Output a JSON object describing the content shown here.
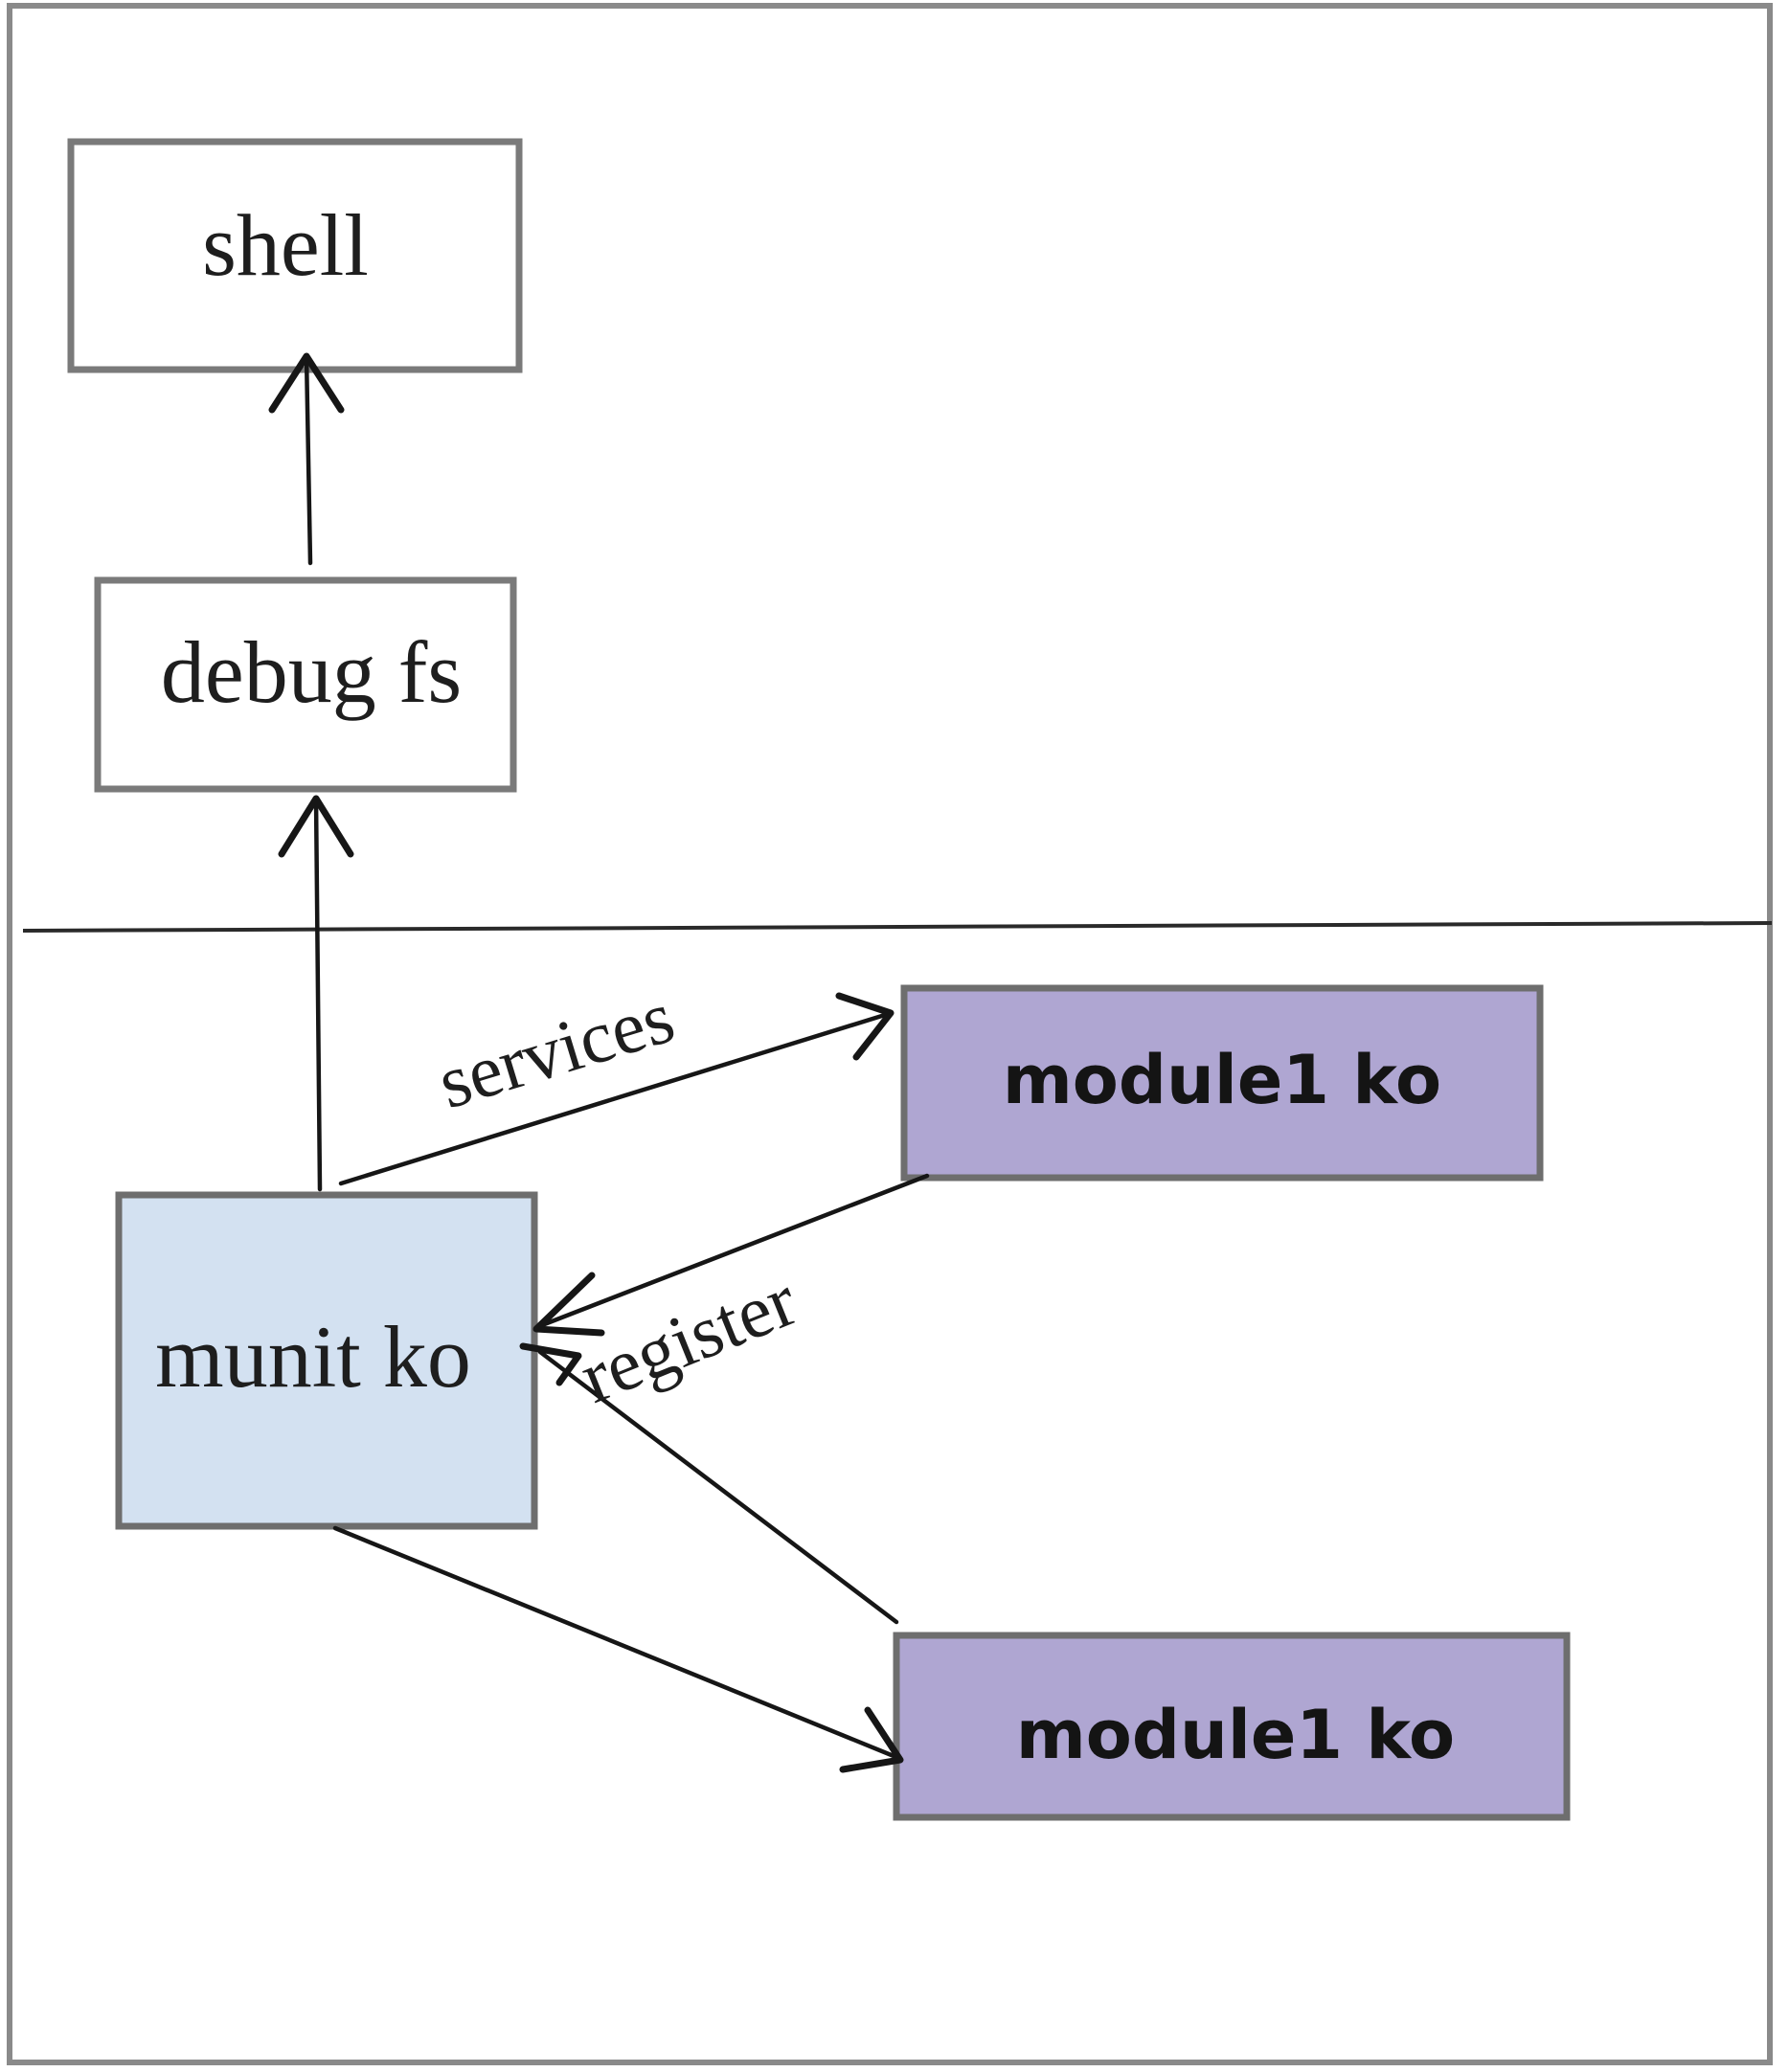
{
  "nodes": {
    "shell": {
      "label": "shell",
      "fill": "#ffffff",
      "stroke": "#7a7a7a"
    },
    "debugfs": {
      "label": "debug fs",
      "fill": "#ffffff",
      "stroke": "#7a7a7a"
    },
    "munit": {
      "label": "munit ko",
      "fill": "#d3e1f1",
      "stroke": "#6e6e6e"
    },
    "module_top": {
      "label": "module1 ko",
      "fill": "#afa6d2",
      "stroke": "#6e6e6e"
    },
    "module_bottom": {
      "label": "module1 ko",
      "fill": "#afa6d2",
      "stroke": "#6e6e6e"
    }
  },
  "edges": {
    "services": {
      "label": "services",
      "from": "munit",
      "to": "module_top"
    },
    "register": {
      "label": "register",
      "from": "module_top",
      "to": "munit"
    },
    "debugfs_to_shell": {
      "from": "debugfs",
      "to": "shell"
    },
    "munit_to_debugfs": {
      "from": "munit",
      "to": "debugfs"
    },
    "munit_to_module_bottom": {
      "from": "munit",
      "to": "module_bottom"
    },
    "module_bottom_to_munit": {
      "from": "module_bottom",
      "to": "munit"
    }
  },
  "colors": {
    "frame": "#8a8a8a",
    "divider": "#2a2a2a",
    "arrow": "#161616"
  }
}
